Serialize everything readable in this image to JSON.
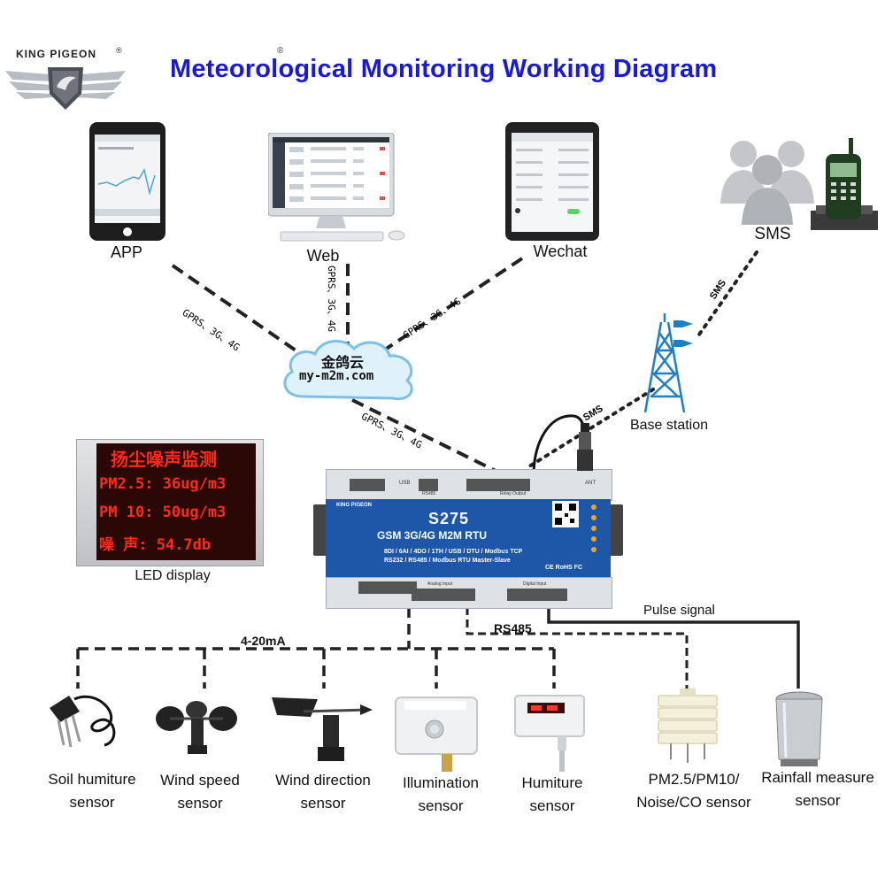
{
  "header": {
    "brand": "KING PIGEON",
    "registered_mark": "®",
    "title": "Meteorological Monitoring Working Diagram"
  },
  "clients": {
    "app": "APP",
    "web": "Web",
    "wechat": "Wechat",
    "sms": "SMS"
  },
  "links": {
    "gprs_app": "GPRS、3G、4G",
    "gprs_web": "GPRS、3G、4G",
    "gprs_wechat": "GPRS、3G、4G",
    "gprs_device": "GPRS、3G、4G",
    "sms_top": "SMS",
    "sms_bottom": "SMS"
  },
  "cloud": {
    "line1": "金鸽云",
    "line2": "my-m2m.com"
  },
  "base_station": "Base station",
  "led": {
    "line1": "扬尘噪声监测",
    "line2": "PM2.5: 36ug/m3",
    "line3": "PM 10: 50ug/m3",
    "line4": "噪 声: 54.7db",
    "caption": "LED display"
  },
  "device": {
    "brand": "KING PIGEON",
    "model": "S275",
    "subtitle": "GSM 3G/4G M2M RTU",
    "spec1": "8DI / 6AI / 4DO / 1TH / USB / DTU / Modbus TCP",
    "spec2": "RS232 / RS485 / Modbus RTU Master-Slave",
    "cert": "CE RoHS FC",
    "usb": "USB",
    "ant": "ANT",
    "rs485_port": "RS485",
    "analog_input": "Analog Input",
    "digital_input": "Digital Input",
    "relay_output": "Relay Output"
  },
  "signals": {
    "analog": "4-20mA",
    "rs485": "RS485",
    "pulse": "Pulse signal"
  },
  "sensors": [
    {
      "line1": "Soil humiture",
      "line2": "sensor"
    },
    {
      "line1": "Wind speed",
      "line2": "sensor"
    },
    {
      "line1": "Wind direction",
      "line2": "sensor"
    },
    {
      "line1": "Illumination",
      "line2": "sensor"
    },
    {
      "line1": "Humiture",
      "line2": "sensor"
    },
    {
      "line1": "PM2.5/PM10/",
      "line2": "Noise/CO sensor"
    },
    {
      "line1": "Rainfall measure",
      "line2": "sensor"
    }
  ],
  "colors": {
    "title": "#1a1ad6",
    "device_blue": "#1e56a8",
    "led_red": "#ff2a1a",
    "line": "#222222"
  }
}
